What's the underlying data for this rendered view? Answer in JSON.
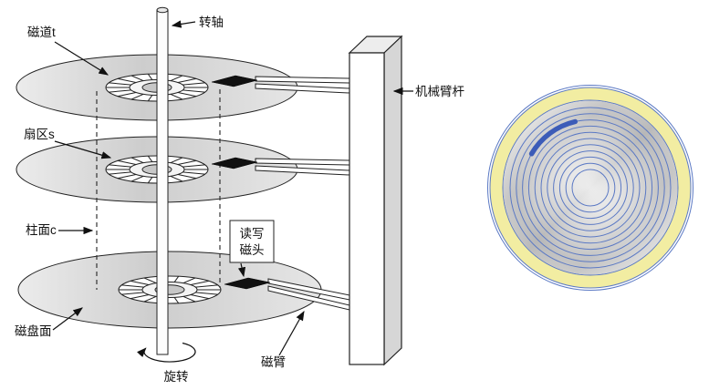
{
  "left_diagram": {
    "labels": {
      "track": "磁道t",
      "spindle": "转轴",
      "sector": "扇区s",
      "cylinder": "柱面c",
      "disk_surface": "磁盘面",
      "rotation": "旋转",
      "arm": "磁臂",
      "rw_head_line1": "读写",
      "rw_head_line2": "磁头",
      "actuator_bar": "机械臂杆"
    }
  },
  "disk_view": {
    "track_count": 11,
    "colors": {
      "track": "#5b79c4",
      "yellow_band": "#f2eda2",
      "highlight_arc": "#3c5cb8"
    }
  }
}
